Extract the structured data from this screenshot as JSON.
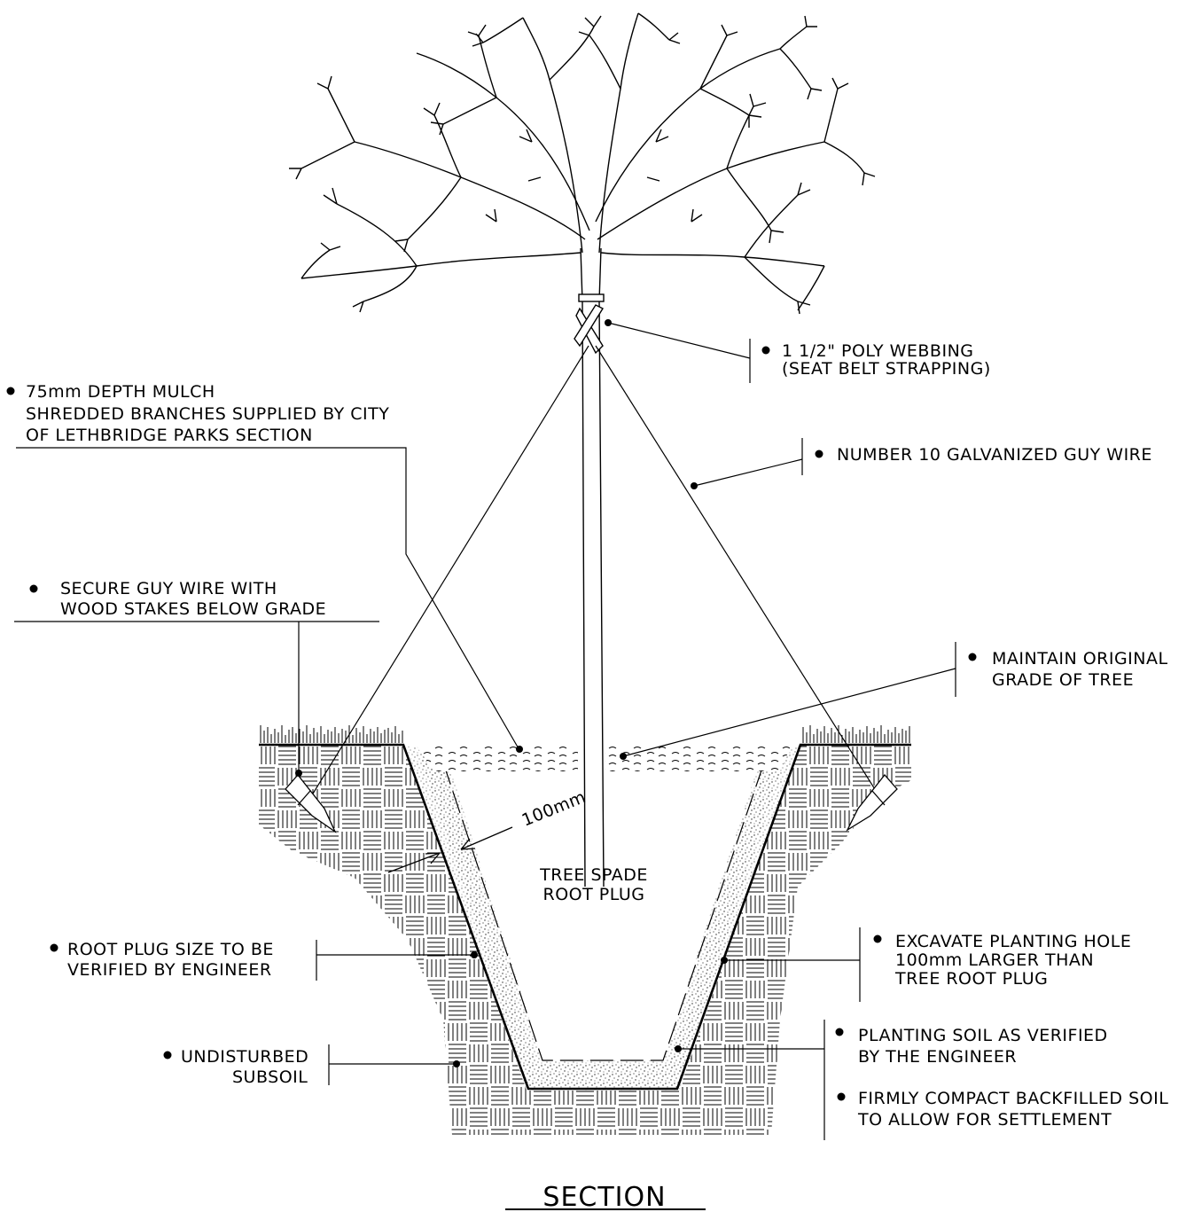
{
  "title": "SECTION",
  "plug_label": {
    "line1": "TREE SPADE",
    "line2": "ROOT PLUG"
  },
  "dimension": "100mm",
  "callouts": {
    "webbing": {
      "line1": "1 1/2\" POLY WEBBING",
      "line2": "(SEAT BELT STRAPPING)"
    },
    "mulch": {
      "line1": "75mm DEPTH MULCH",
      "line2": "SHREDDED BRANCHES SUPPLIED BY CITY",
      "line3": "OF LETHBRIDGE PARKS SECTION"
    },
    "guy_wire": {
      "line1": "NUMBER 10 GALVANIZED GUY WIRE"
    },
    "stakes": {
      "line1": "SECURE GUY WIRE WITH",
      "line2": "WOOD STAKES BELOW GRADE"
    },
    "grade": {
      "line1": "MAINTAIN ORIGINAL",
      "line2": "GRADE OF TREE"
    },
    "root_plug": {
      "line1": "ROOT PLUG SIZE TO BE",
      "line2": "VERIFIED BY ENGINEER"
    },
    "excavate": {
      "line1": "EXCAVATE PLANTING HOLE",
      "line2": "100mm LARGER THAN",
      "line3": "TREE ROOT PLUG"
    },
    "subsoil": {
      "line1": "UNDISTURBED",
      "line2": "SUBSOIL"
    },
    "planting_soil": {
      "line1": "PLANTING SOIL AS VERIFIED",
      "line2": "BY THE ENGINEER"
    },
    "compact": {
      "line1": "FIRMLY COMPACT BACKFILLED SOIL",
      "line2": "TO ALLOW FOR SETTLEMENT"
    }
  }
}
